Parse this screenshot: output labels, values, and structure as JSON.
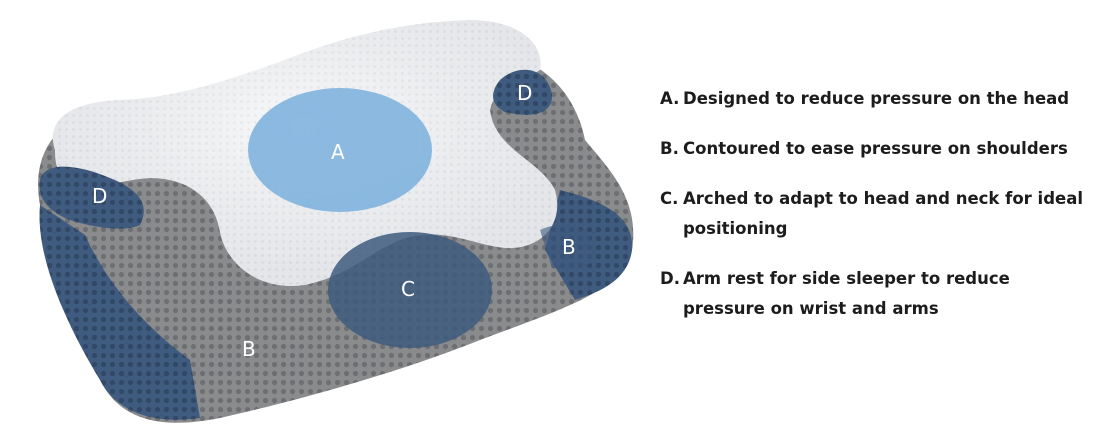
{
  "pillow": {
    "zones": {
      "a": "A",
      "b_right": "B",
      "b_left": "B",
      "c": "C",
      "d_left": "D",
      "d_right": "D"
    },
    "colors": {
      "memory_foam": "#eef0f2",
      "mesh_gray": "#8e8e90",
      "mesh_blue": "#3d5a7e",
      "highlight": "#7fb2de"
    }
  },
  "features": [
    {
      "letter": "A.",
      "text": "Designed to reduce pressure on the head"
    },
    {
      "letter": "B.",
      "text": "Contoured to ease pressure on shoulders"
    },
    {
      "letter": "C.",
      "text": "Arched to adapt to head and neck for ideal positioning"
    },
    {
      "letter": "D.",
      "text": "Arm rest for side sleeper to reduce pressure on wrist and arms"
    }
  ]
}
